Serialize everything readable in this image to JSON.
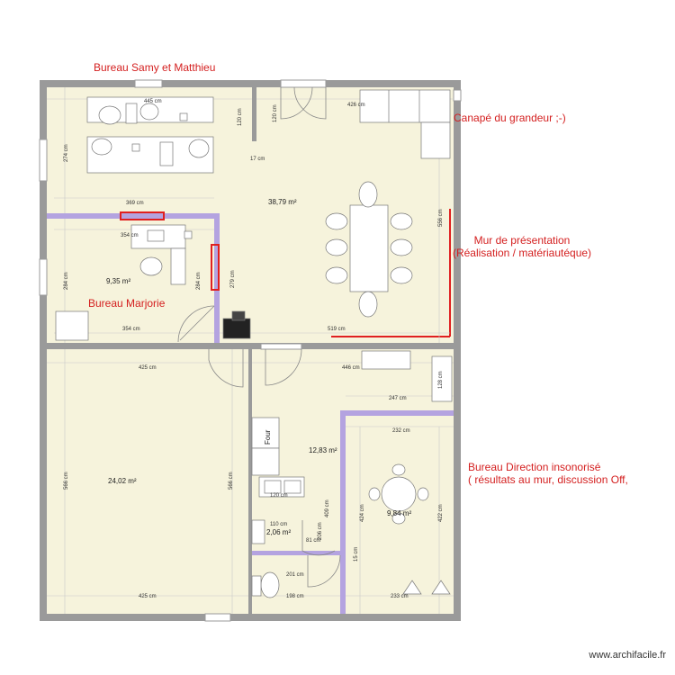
{
  "annotations": {
    "bureau_samy": "Bureau Samy et Matthieu",
    "canape": "Canapé du grandeur ;-)",
    "mur_presentation_1": "Mur de présentation",
    "mur_presentation_2": "(Réalisation / matériautéque)",
    "bureau_marjorie": "Bureau Marjorie",
    "bureau_direction_1": "Bureau Direction insonorisé",
    "bureau_direction_2": "( résultats au mur, discussion Off,"
  },
  "areas": {
    "main": "38,79 m²",
    "marjorie": "9,35 m²",
    "left_bottom": "24,02 m²",
    "middle": "12,83 m²",
    "direction": "9,84 m²",
    "wc": "2,06 m²"
  },
  "dimensions": {
    "d445": "445 cm",
    "d120a": "120 cm",
    "d120b": "120 cm",
    "d426": "426 cm",
    "d274": "274 cm",
    "d17": "17 cm",
    "d369": "369 cm",
    "d556": "556 cm",
    "d354a": "354 cm",
    "d284a": "284 cm",
    "d284b": "284 cm",
    "d279": "279 cm",
    "d354b": "354 cm",
    "d519": "519 cm",
    "d425a": "425 cm",
    "d446": "446 cm",
    "d128": "128 cm",
    "d247": "247 cm",
    "d232": "232 cm",
    "d566a": "566 cm",
    "d566b": "566 cm",
    "d409": "409 cm",
    "d424": "424 cm",
    "d422": "422 cm",
    "d110": "110 cm",
    "d120c": "120 cm",
    "d81": "81 cm",
    "d206": "206 cm",
    "d15": "15 cm",
    "d201": "201 cm",
    "d425b": "425 cm",
    "d198": "198 cm",
    "d233": "233 cm"
  },
  "labels": {
    "four": "Four"
  },
  "footer": "www.archifacile.fr",
  "colors": {
    "wall": "#9a9a9a",
    "floor": "#f6f3dc",
    "partition": "#b4a3e0",
    "annotation": "#d42020"
  }
}
